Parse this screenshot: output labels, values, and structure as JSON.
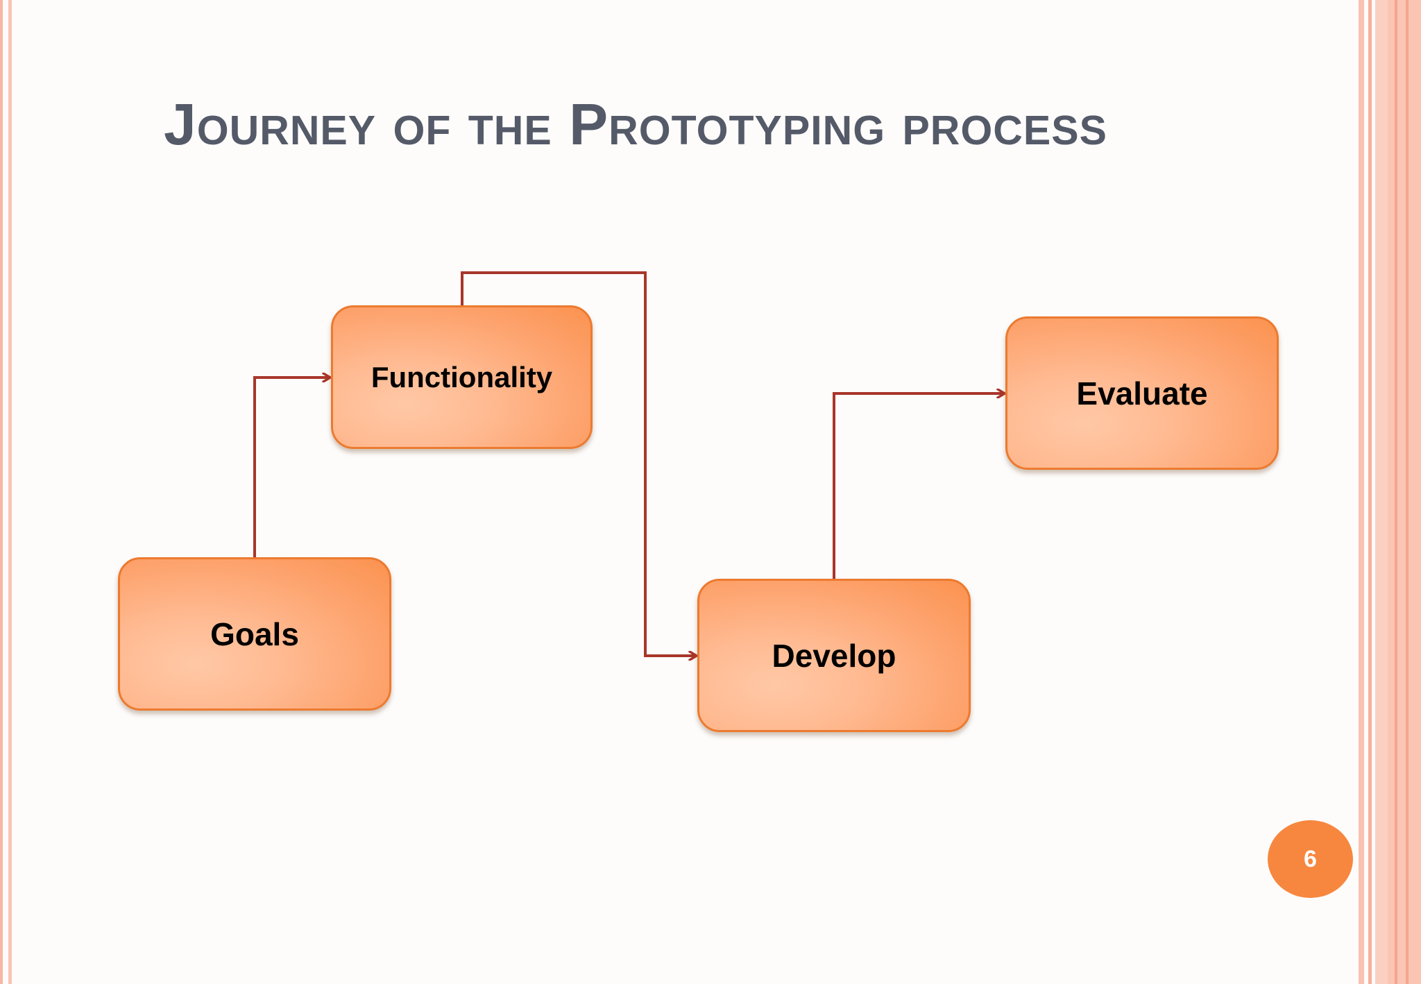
{
  "slide": {
    "title": "Journey of the Prototyping process",
    "page_number": "6"
  },
  "diagram": {
    "nodes": [
      {
        "id": "goals",
        "label": "Goals"
      },
      {
        "id": "functionality",
        "label": "Functionality"
      },
      {
        "id": "develop",
        "label": "Develop"
      },
      {
        "id": "evaluate",
        "label": "Evaluate"
      }
    ],
    "edges": [
      {
        "from": "goals",
        "to": "functionality"
      },
      {
        "from": "functionality",
        "to": "develop"
      },
      {
        "from": "develop",
        "to": "evaluate"
      }
    ]
  },
  "colors": {
    "title": "#545a68",
    "node_border": "#ec7a2f",
    "node_fill": "#fda26c",
    "connector": "#a8362a",
    "page_badge": "#f7873f"
  }
}
